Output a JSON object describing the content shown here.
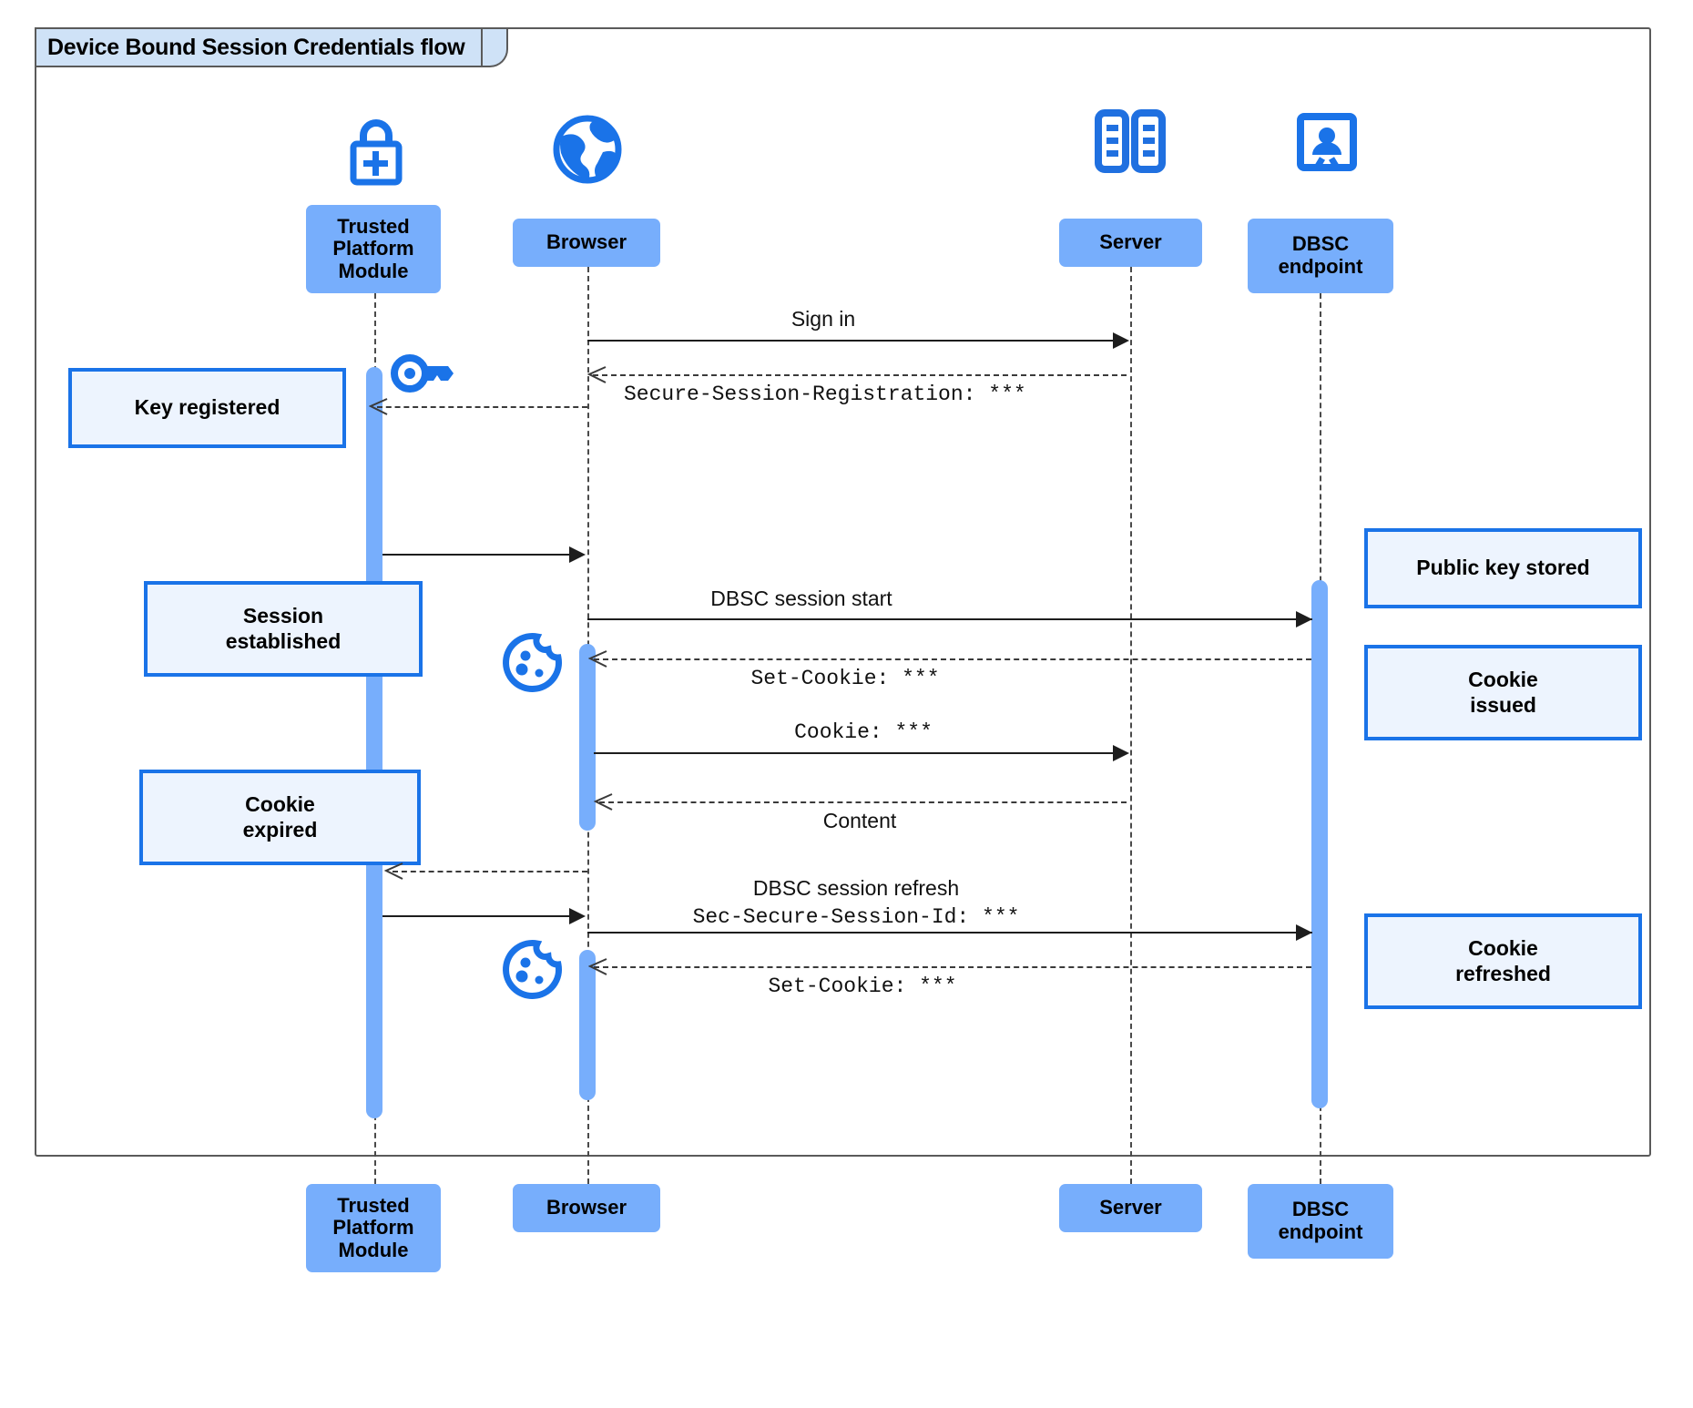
{
  "diagram": {
    "title": "Device Bound Session Credentials flow",
    "type": "uml-sequence-diagram",
    "colors": {
      "participant_fill": "#77aefc",
      "note_fill": "#edf4fe",
      "note_border": "#1a73e8",
      "icon_blue": "#1a73e8",
      "frame_border": "#5a5a5a",
      "tab_fill": "#cfe2f7",
      "line": "#1d1d1d"
    }
  },
  "participants": [
    {
      "id": "tpm",
      "label": "Trusted\nPlatform\nModule",
      "label_line1": "Trusted",
      "label_line2": "Platform",
      "label_line3": "Module",
      "icon": "lock-plus-icon"
    },
    {
      "id": "browser",
      "label": "Browser",
      "icon": "globe-icon"
    },
    {
      "id": "server",
      "label": "Server",
      "icon": "server-racks-icon"
    },
    {
      "id": "dbsc",
      "label": "DBSC\nendpoint",
      "label_line1": "DBSC",
      "label_line2": "endpoint",
      "icon": "id-badge-icon"
    }
  ],
  "messages": [
    {
      "id": "m1",
      "label": "Sign in",
      "from": "browser",
      "to": "server",
      "style": "solid",
      "font": "sans"
    },
    {
      "id": "m2",
      "label": "Secure-Session-Registration: ***",
      "from": "server",
      "to": "browser",
      "style": "dashed",
      "font": "mono"
    },
    {
      "id": "m3",
      "label": "",
      "from": "tpm",
      "to": "browser",
      "style": "solid",
      "font": "sans"
    },
    {
      "id": "m4",
      "label": "DBSC session start",
      "from": "browser",
      "to": "dbsc",
      "style": "solid",
      "font": "sans"
    },
    {
      "id": "m5",
      "label": "Set-Cookie: ***",
      "from": "dbsc",
      "to": "browser",
      "style": "dashed",
      "font": "mono"
    },
    {
      "id": "m6",
      "label": "Cookie: ***",
      "from": "browser",
      "to": "server",
      "style": "solid",
      "font": "mono"
    },
    {
      "id": "m7",
      "label": "Content",
      "from": "server",
      "to": "browser",
      "style": "dashed",
      "font": "sans"
    },
    {
      "id": "m8",
      "label": "DBSC session refresh",
      "from": "browser",
      "to": "tpm",
      "style": "dashed",
      "font": "sans"
    },
    {
      "id": "m9",
      "label": "Sec-Secure-Session-Id: ***",
      "from": "tpm",
      "to": "dbsc",
      "style": "solid",
      "font": "mono"
    },
    {
      "id": "m10",
      "label": "Set-Cookie: ***",
      "from": "dbsc",
      "to": "browser",
      "style": "dashed",
      "font": "mono"
    }
  ],
  "notes": [
    {
      "id": "n1",
      "text": "Key registered",
      "line1": "Key registered",
      "line2": "",
      "side": "left"
    },
    {
      "id": "n2",
      "text": "Session established",
      "line1": "Session",
      "line2": "established",
      "side": "left"
    },
    {
      "id": "n3",
      "text": "Cookie expired",
      "line1": "Cookie",
      "line2": "expired",
      "side": "left"
    },
    {
      "id": "n4",
      "text": "Public key stored",
      "line1": "Public key stored",
      "line2": "",
      "side": "right"
    },
    {
      "id": "n5",
      "text": "Cookie issued",
      "line1": "Cookie",
      "line2": "issued",
      "side": "right"
    },
    {
      "id": "n6",
      "text": "Cookie refreshed",
      "line1": "Cookie",
      "line2": "refreshed",
      "side": "right"
    }
  ],
  "inline_icons": [
    {
      "id": "key1",
      "name": "key-icon",
      "near": "tpm"
    },
    {
      "id": "cookie1",
      "name": "cookie-icon",
      "near": "browser"
    },
    {
      "id": "cookie2",
      "name": "cookie-icon",
      "near": "browser"
    }
  ]
}
